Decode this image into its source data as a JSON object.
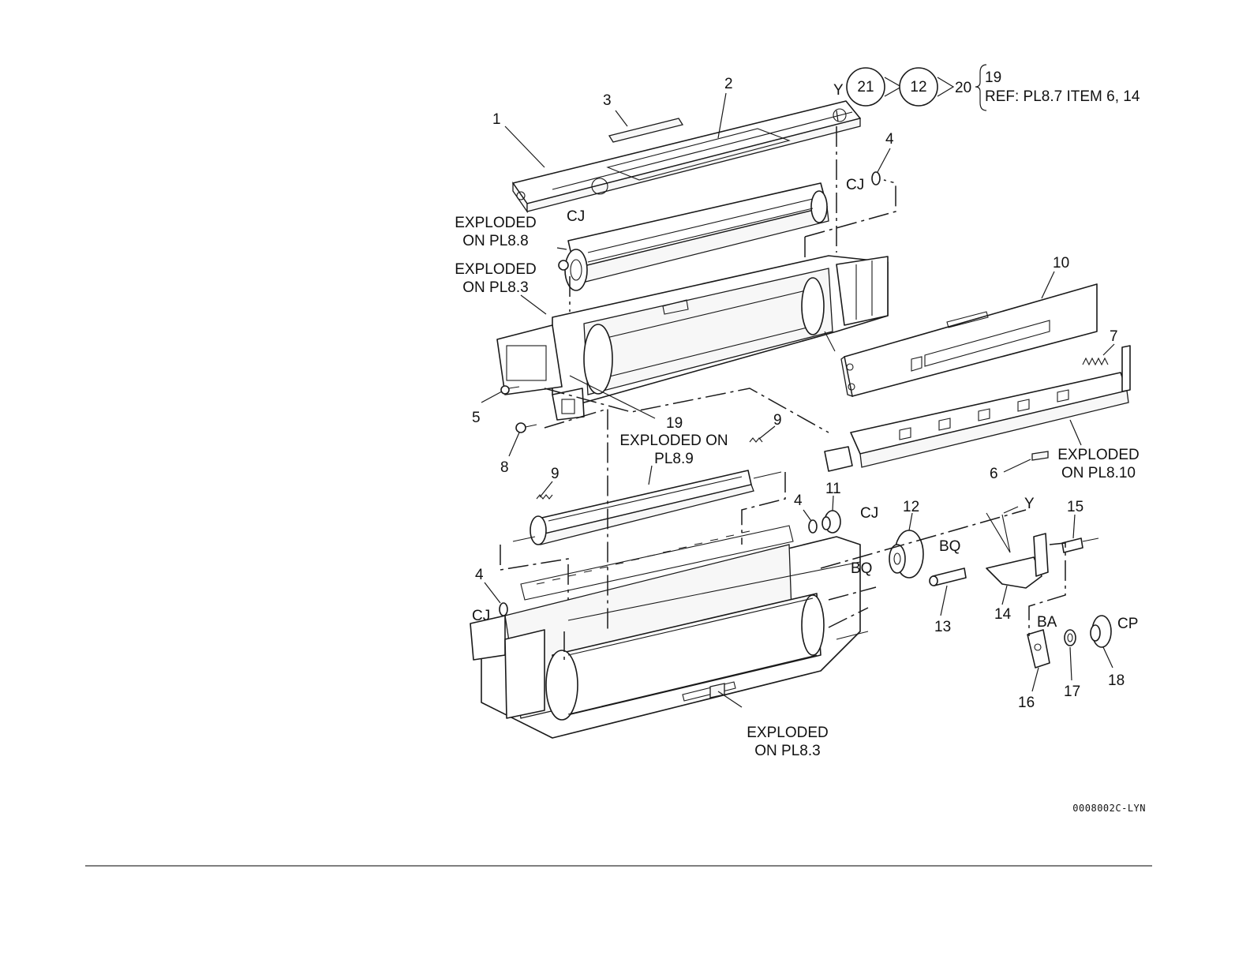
{
  "callouts": {
    "c1": "1",
    "c2": "2",
    "c3": "3",
    "c4a": "4",
    "c4b": "4",
    "c4c": "4",
    "c5": "5",
    "c6": "6",
    "c7": "7",
    "c8": "8",
    "c9a": "9",
    "c9b": "9",
    "c10": "10",
    "c11": "11",
    "c12": "12",
    "c13": "13",
    "c14": "14",
    "c15": "15",
    "c16": "16",
    "c17": "17",
    "c18": "18",
    "c19": "19",
    "c20": "20"
  },
  "connectors": {
    "y_top": "Y",
    "y_right": "Y",
    "cj_top": "CJ",
    "cj_left": "CJ",
    "cj_gear": "CJ",
    "cj_bottom": "CJ",
    "bq_upper": "BQ",
    "bq_lower": "BQ",
    "ba": "BA",
    "cp": "CP"
  },
  "kit": {
    "circle_outer": "21",
    "circle_inner": "12",
    "result": "20",
    "brace_line1": "19",
    "brace_line2": "REF: PL8.7 ITEM 6, 14"
  },
  "notes": {
    "pl88_line1": "EXPLODED",
    "pl88_line2": "ON PL8.8",
    "pl83_top_line1": "EXPLODED",
    "pl83_top_line2": "ON PL8.3",
    "pl89_line1": "EXPLODED ON",
    "pl89_line2": "PL8.9",
    "pl810_line1": "EXPLODED",
    "pl810_line2": "ON PL8.10",
    "pl83_bottom_line1": "EXPLODED",
    "pl83_bottom_line2": "ON PL8.3"
  },
  "figure_id": "0008002C-LYN"
}
